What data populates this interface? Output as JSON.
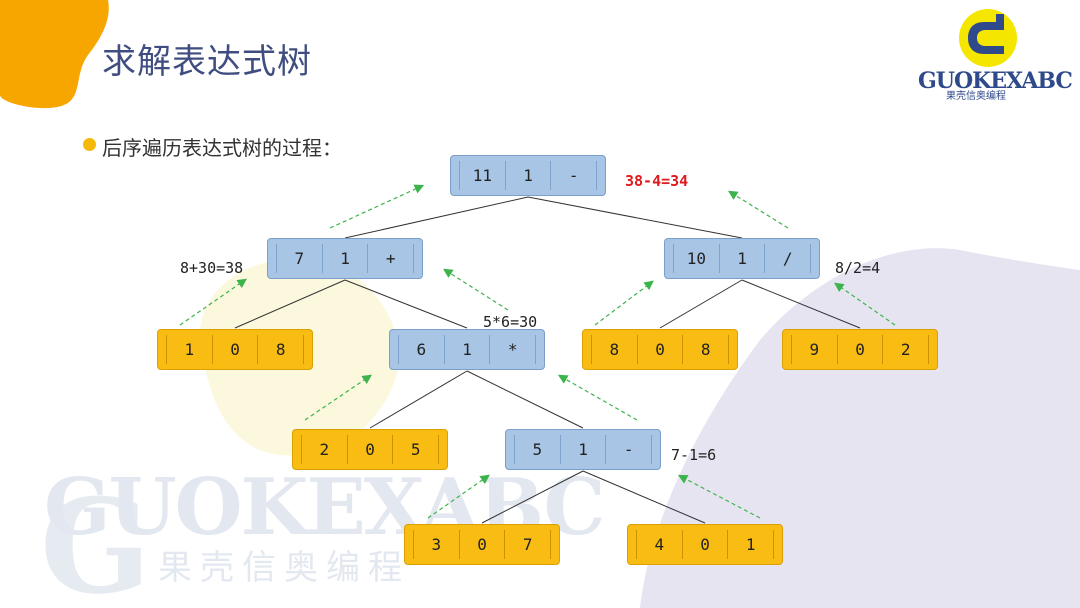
{
  "title": "求解表达式树",
  "subtitle": "后序遍历表达式树的过程：",
  "logo": {
    "text": "GUOKEXABC",
    "subtext": "果壳信奥编程"
  },
  "watermark": {
    "text": "GUOKEXABC",
    "subtext": "果壳信奥编程"
  },
  "colors": {
    "operator_node": "#a8c5e6",
    "operand_node": "#f8bc12",
    "accent": "#f5b90a",
    "title": "#3f4d80",
    "result_highlight": "#e0191c"
  },
  "nodes": {
    "root": [
      "11",
      "1",
      "-"
    ],
    "plus": [
      "7",
      "1",
      "+"
    ],
    "div": [
      "10",
      "1",
      "/"
    ],
    "n108": [
      "1",
      "0",
      "8"
    ],
    "mul": [
      "6",
      "1",
      "*"
    ],
    "n808": [
      "8",
      "0",
      "8"
    ],
    "n902": [
      "9",
      "0",
      "2"
    ],
    "n205": [
      "2",
      "0",
      "5"
    ],
    "minus": [
      "5",
      "1",
      "-"
    ],
    "n307": [
      "3",
      "0",
      "7"
    ],
    "n401": [
      "4",
      "0",
      "1"
    ]
  },
  "annotations": {
    "root": "38-4=34",
    "plus": "8+30=38",
    "div": "8/2=4",
    "mul": "5*6=30",
    "minus": "7-1=6"
  }
}
